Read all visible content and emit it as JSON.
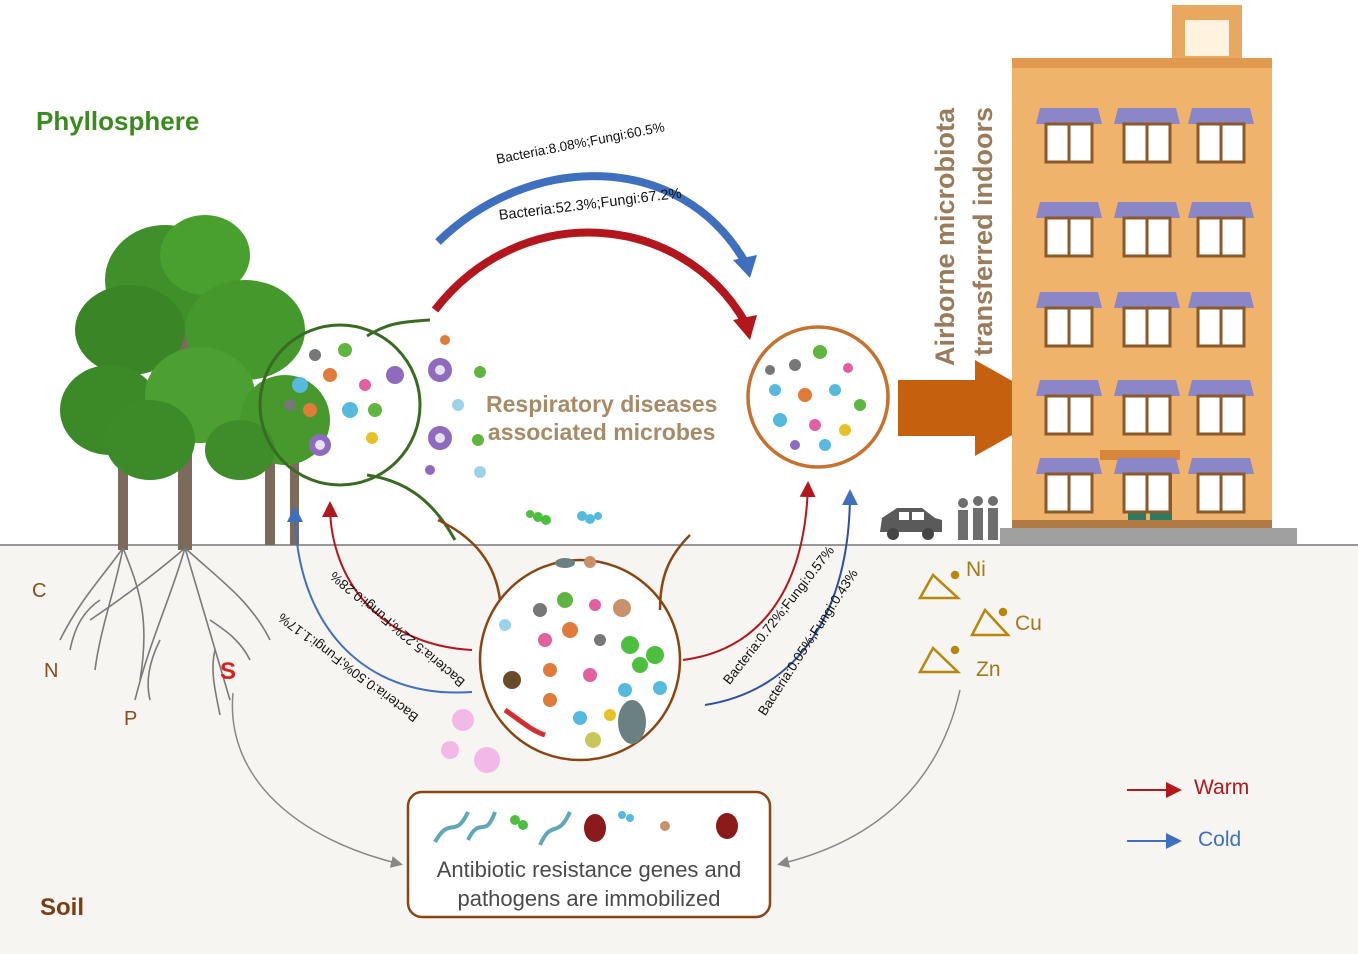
{
  "labels": {
    "phyllosphere": "Phyllosphere",
    "soil": "Soil",
    "respiratory_line1": "Respiratory diseases",
    "respiratory_line2": "associated microbes",
    "airborne_line1": "Airborne microbiota",
    "airborne_line2": "transferred indoors",
    "immobilized_line1": "Antibiotic resistance genes and",
    "immobilized_line2": "pathogens are immobilized"
  },
  "soil_elements": [
    "C",
    "N",
    "P",
    "S"
  ],
  "metals": [
    "Ni",
    "Cu",
    "Zn"
  ],
  "transfers": {
    "phyllo_to_indoor_cold": "Bacteria:8.08%;Fungi:60.5%",
    "phyllo_to_indoor_warm": "Bacteria:52.3%;Fungi:67.2%",
    "soil_to_phyllo_warm": "Bacteria:5.22%;Fungi:0.28%",
    "soil_to_phyllo_cold": "Bacteria:0.50%;Fungi:1.17%",
    "soil_to_indoor_warm": "Bacteria:0.72%;Fungi:0.57%",
    "soil_to_indoor_cold": "Bacteria:0.05%;Fungi:0.43%"
  },
  "legend": [
    {
      "label": "Warm",
      "color": "#b3161c"
    },
    {
      "label": "Cold",
      "color": "#3f6fbf"
    }
  ],
  "colors": {
    "warm": "#b3161c",
    "cold": "#3f6fbf",
    "circle_soil": "#8b4513",
    "circle_phyllo": "#3a6b23",
    "circle_indoor": "#c8702e",
    "big_arrow": "#c4600e",
    "soil_bg": "#f6f5f1"
  },
  "icons": [
    "tree-icon",
    "building-icon",
    "car-icon",
    "people-icon",
    "microbe-icon",
    "dna-icon",
    "mineral-icon"
  ]
}
